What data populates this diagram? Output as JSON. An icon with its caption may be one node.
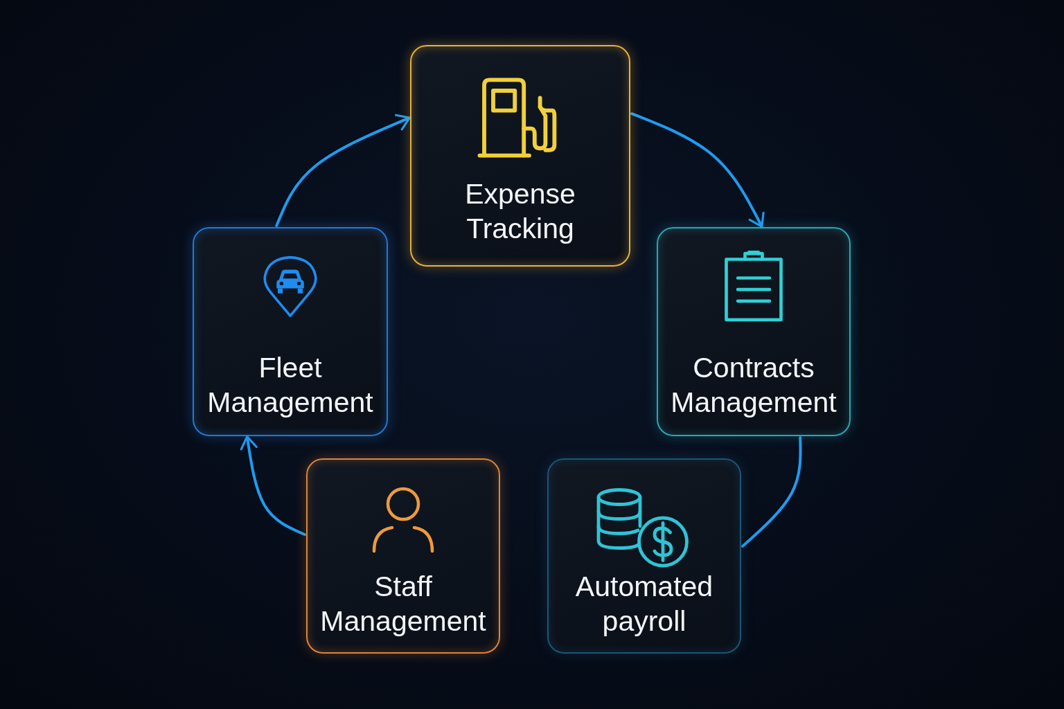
{
  "diagram": {
    "nodes": [
      {
        "text": [
          "Expense Tracking"
        ]
      },
      {
        "text": [
          "Contracts Management"
        ]
      },
      {
        "text": [
          "Automated payroll"
        ]
      },
      {
        "text": [
          "Staff Management"
        ]
      },
      {
        "text": [
          "Fleet Management"
        ]
      }
    ],
    "edges": [
      {
        "from": 0,
        "to": 1,
        "arrow": "to"
      },
      {
        "from": 1,
        "to": 2,
        "arrow": "none"
      },
      {
        "from": 3,
        "to": 4,
        "arrow": "to"
      },
      {
        "from": 4,
        "to": 0,
        "arrow": "to"
      }
    ]
  }
}
